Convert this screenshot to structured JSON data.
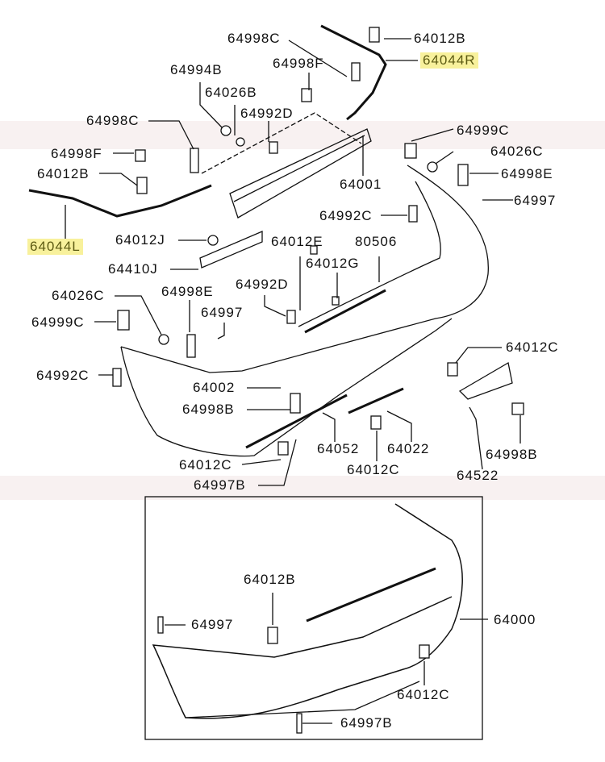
{
  "diagram": {
    "title": "Rear bumper parts diagram",
    "highlight_color": "#f8f19c",
    "labels": [
      {
        "text": "64998C"
      },
      {
        "text": "64012B"
      },
      {
        "text": "64044R",
        "highlight": true
      },
      {
        "text": "64994B"
      },
      {
        "text": "64998F"
      },
      {
        "text": "64026B"
      },
      {
        "text": "64992D"
      },
      {
        "text": "64998C"
      },
      {
        "text": "64999C"
      },
      {
        "text": "64026C"
      },
      {
        "text": "64998F"
      },
      {
        "text": "64998E"
      },
      {
        "text": "64012B"
      },
      {
        "text": "64001"
      },
      {
        "text": "64997"
      },
      {
        "text": "64992C"
      },
      {
        "text": "64044L",
        "highlight": true
      },
      {
        "text": "64012J"
      },
      {
        "text": "64012E"
      },
      {
        "text": "80506"
      },
      {
        "text": "64410J"
      },
      {
        "text": "64012G"
      },
      {
        "text": "64992D"
      },
      {
        "text": "64026C"
      },
      {
        "text": "64998E"
      },
      {
        "text": "64997"
      },
      {
        "text": "64999C"
      },
      {
        "text": "64012C"
      },
      {
        "text": "64992C"
      },
      {
        "text": "64002"
      },
      {
        "text": "64998B"
      },
      {
        "text": "64052"
      },
      {
        "text": "64022"
      },
      {
        "text": "64012C"
      },
      {
        "text": "64012C"
      },
      {
        "text": "64998B"
      },
      {
        "text": "64522"
      },
      {
        "text": "64997B"
      },
      {
        "text": "64012B"
      },
      {
        "text": "64997"
      },
      {
        "text": "64000"
      },
      {
        "text": "64012C"
      },
      {
        "text": "64997B"
      }
    ]
  }
}
